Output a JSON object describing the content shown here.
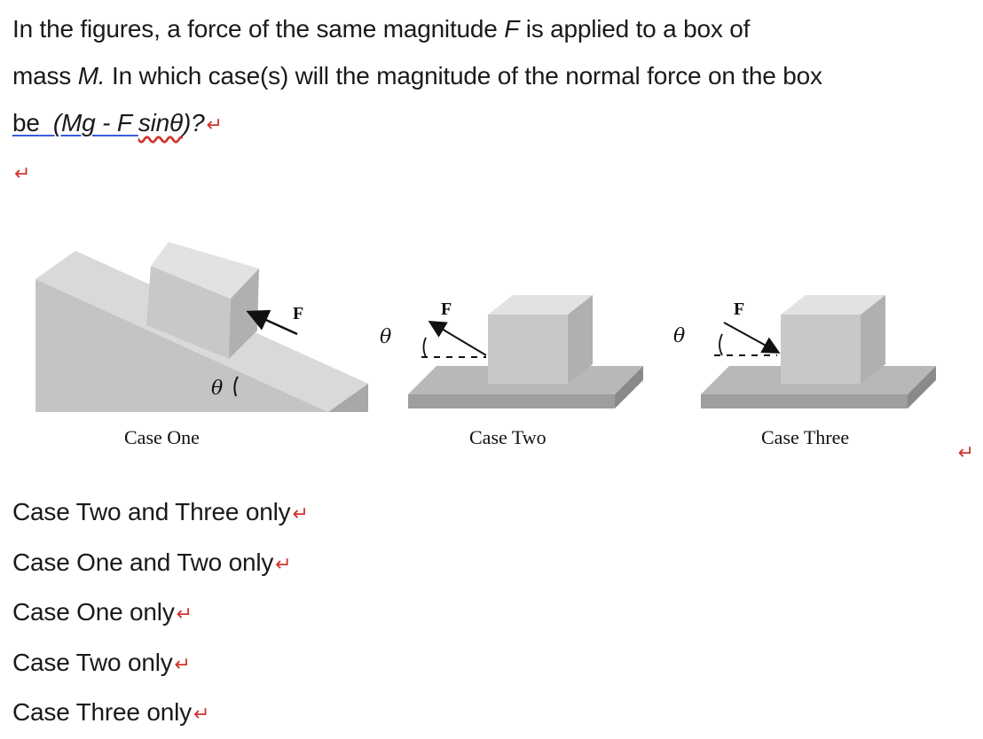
{
  "question": {
    "line1": "In the figures, a force of the same magnitude ",
    "line1_var": "F",
    "line1_end": " is applied to a box of",
    "line2": "mass ",
    "line2_var": "M.",
    "line2_end": "   In which case(s) will the magnitude of the normal force on the box",
    "line3_be": "be",
    "line3_expr_a": "(Mg - F ",
    "line3_expr_b": "sinθ",
    "line3_expr_c": ")?",
    "return_mark": "↵"
  },
  "figure": {
    "case_one": {
      "caption": "Case One",
      "force_label": "F",
      "angle_label": "θ"
    },
    "case_two": {
      "caption": "Case Two",
      "force_label": "F",
      "angle_label": "θ"
    },
    "case_three": {
      "caption": "Case Three",
      "force_label": "F",
      "angle_label": "θ"
    }
  },
  "choices": [
    "Case Two and Three only",
    "Case One and Two only",
    "Case One only",
    "Case Two only",
    "Case Three only"
  ],
  "colors": {
    "text": "#1a1a1a",
    "return_mark": "#d0342c",
    "grammar_underline": "#3b5bdb",
    "shape_light": "#d9d9d9",
    "shape_mid": "#bdbdbd",
    "shape_dark": "#9a9a9a"
  }
}
